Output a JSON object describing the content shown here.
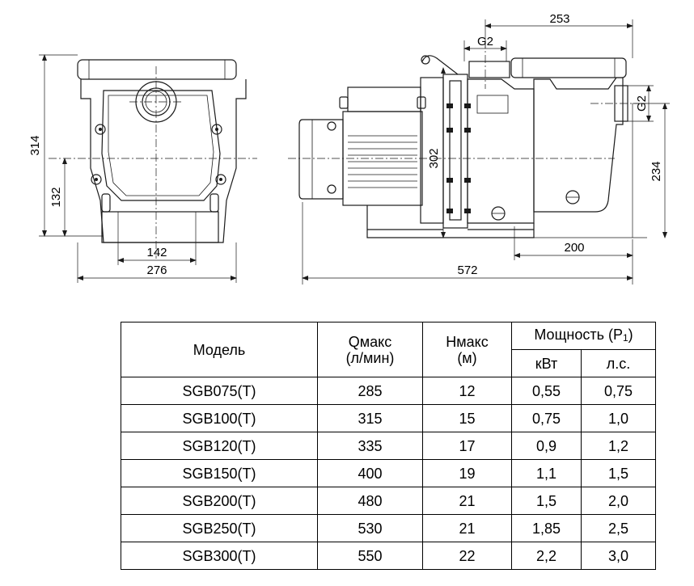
{
  "dimensions": {
    "height_total": "314",
    "height_axis": "132",
    "base_width": "142",
    "front_width": "276",
    "inlet_height": "302",
    "top_length": "253",
    "outlet_thread": "G2",
    "inlet_thread": "G2",
    "outlet_height": "234",
    "foot_offset": "200",
    "total_length": "572"
  },
  "table": {
    "headers": {
      "model": "Модель",
      "q_line1": "Qмакс",
      "q_line2": "(л/мин)",
      "h_line1": "Hмакс",
      "h_line2": "(м)",
      "power_main": "Мощность (P",
      "power_sub": "1",
      "power_close": ")",
      "kw": "кВт",
      "hp": "л.с."
    },
    "rows": [
      {
        "model": "SGB075(T)",
        "q": "285",
        "h": "12",
        "kw": "0,55",
        "hp": "0,75"
      },
      {
        "model": "SGB100(T)",
        "q": "315",
        "h": "15",
        "kw": "0,75",
        "hp": "1,0"
      },
      {
        "model": "SGB120(T)",
        "q": "335",
        "h": "17",
        "kw": "0,9",
        "hp": "1,2"
      },
      {
        "model": "SGB150(T)",
        "q": "400",
        "h": "19",
        "kw": "1,1",
        "hp": "1,5"
      },
      {
        "model": "SGB200(T)",
        "q": "480",
        "h": "21",
        "kw": "1,5",
        "hp": "2,0"
      },
      {
        "model": "SGB250(T)",
        "q": "530",
        "h": "21",
        "kw": "1,85",
        "hp": "2,5"
      },
      {
        "model": "SGB300(T)",
        "q": "550",
        "h": "22",
        "kw": "2,2",
        "hp": "3,0"
      }
    ]
  }
}
